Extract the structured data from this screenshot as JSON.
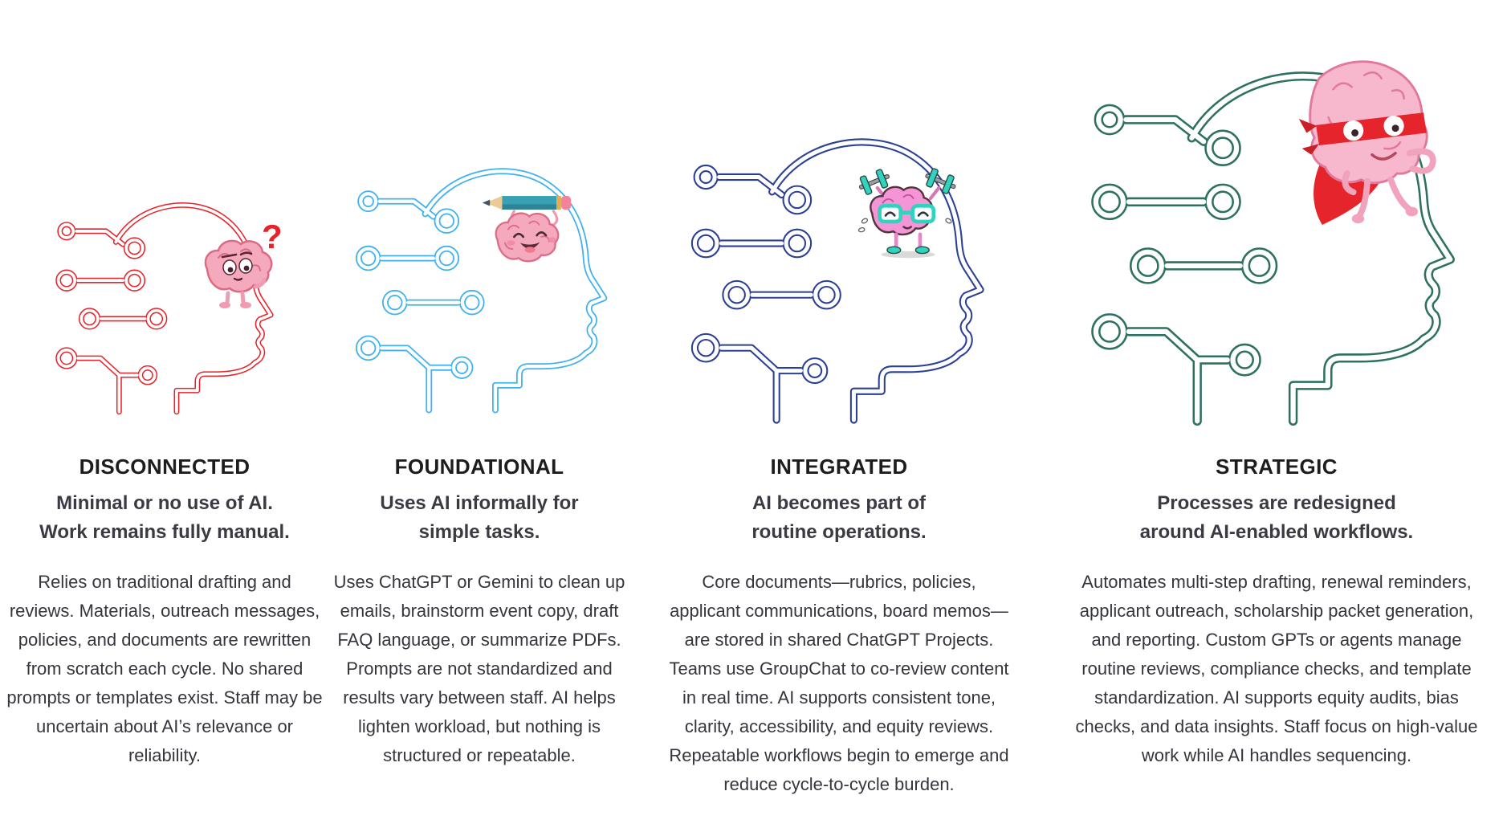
{
  "page": {
    "background": "#ffffff",
    "description_label": "AI maturity model infographic with four circuit-head stages"
  },
  "stages": [
    {
      "id": "disconnected",
      "title": "DISCONNECTED",
      "subtitle_line1": "Minimal or no use of AI.",
      "subtitle_line2": "Work remains fully manual.",
      "description": "Relies on traditional drafting and reviews. Materials, outreach messages, policies, and documents are rewritten from scratch each cycle. No shared prompts or templates exist. Staff may be uncertain about AI’s relevance or reliability.",
      "accent_color": "#e6232a",
      "mascot": "confused brain with question mark"
    },
    {
      "id": "foundational",
      "title": "FOUNDATIONAL",
      "subtitle_line1": "Uses AI informally for",
      "subtitle_line2": "simple tasks.",
      "description": "Uses ChatGPT or Gemini to clean up emails, brainstorm event copy, draft FAQ language, or summarize PDFs. Prompts are not standardized and results vary between staff. AI helps lighten workload, but nothing is structured or repeatable.",
      "accent_color": "#3fb1ee",
      "mascot": "happy brain holding pencil"
    },
    {
      "id": "integrated",
      "title": "INTEGRATED",
      "subtitle_line1": "AI becomes part of",
      "subtitle_line2": "routine operations.",
      "description": "Core documents—rubrics, policies, applicant communications, board memos—are stored in shared ChatGPT Projects. Teams use GroupChat to co-review content in real time. AI supports consistent tone, clarity, accessibility, and equity reviews. Repeatable workflows begin to emerge and reduce cycle-to-cycle burden.",
      "accent_color": "#2b3f94",
      "mascot": "brain lifting dumbbells"
    },
    {
      "id": "strategic",
      "title": "STRATEGIC",
      "subtitle_line1": "Processes are redesigned",
      "subtitle_line2": "around AI-enabled workflows.",
      "description": "Automates multi-step drafting, renewal reminders, applicant outreach, scholarship packet generation, and reporting. Custom GPTs or agents manage routine reviews, compliance checks, and template standardization. AI supports equity audits, bias checks, and data insights. Staff focus on high-value work while AI handles sequencing.",
      "accent_color": "#2e7161",
      "mascot": "superhero brain with mask and cape"
    }
  ]
}
